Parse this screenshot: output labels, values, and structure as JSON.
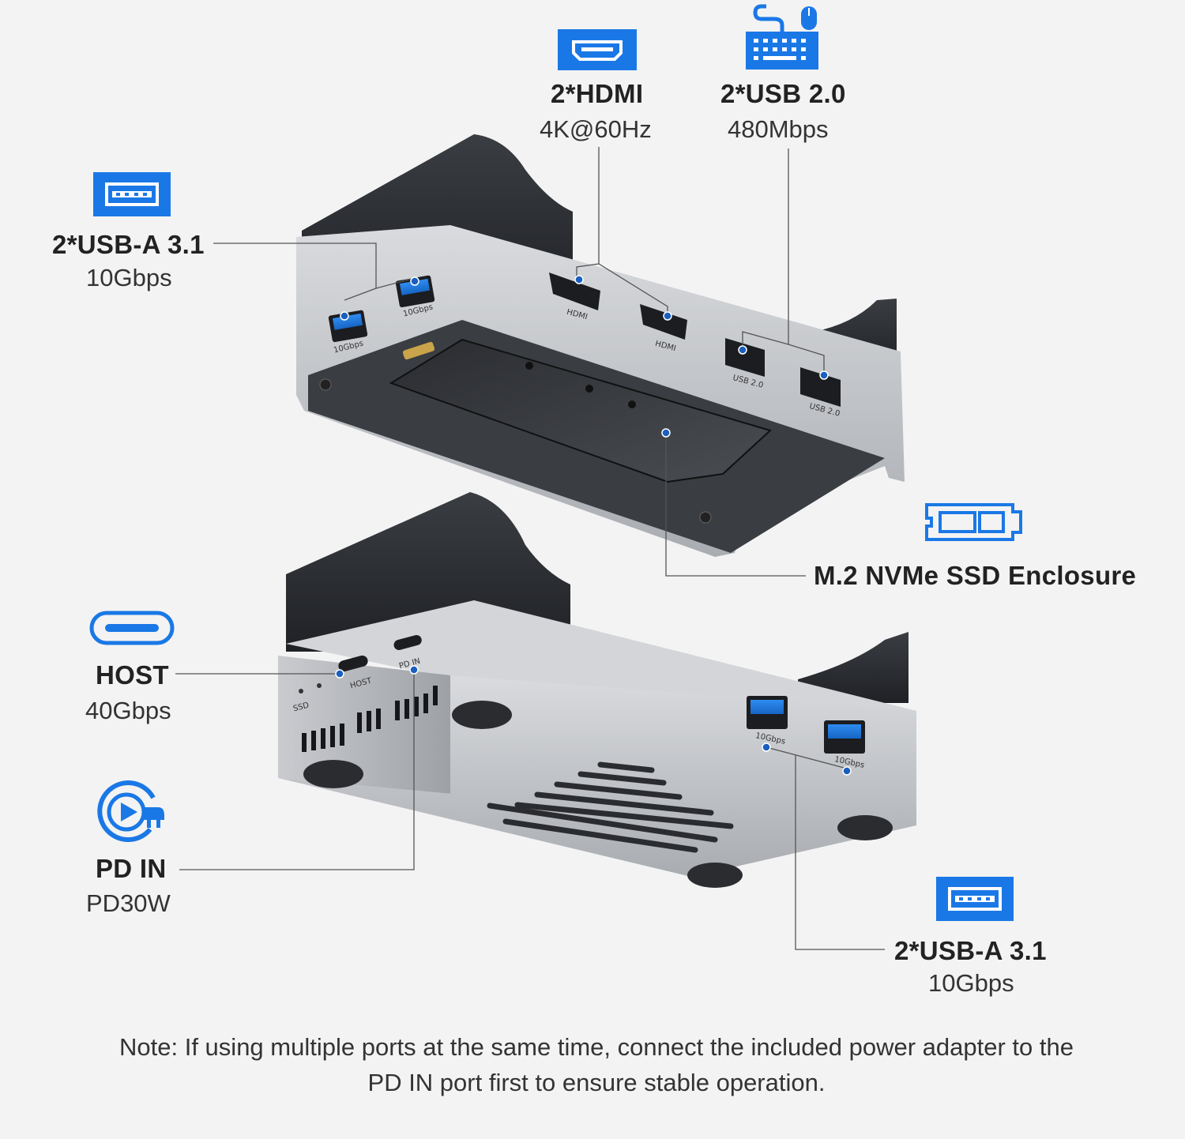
{
  "colors": {
    "accent_blue": "#1a78e6",
    "callout_line": "#555555",
    "aluminum": "#c5c7cb",
    "dark_body": "#2c2f33"
  },
  "labels": {
    "hdmi": {
      "title": "2*HDMI",
      "sub": "4K@60Hz",
      "icon": "hdmi-port-icon"
    },
    "usb2": {
      "title": "2*USB 2.0",
      "sub": "480Mbps",
      "icon": "keyboard-mouse-icon"
    },
    "usba_top": {
      "title": "2*USB-A 3.1",
      "sub": "10Gbps",
      "icon": "usb-a-port-icon"
    },
    "ssd": {
      "title": "M.2 NVMe SSD Enclosure",
      "icon": "m2-ssd-icon"
    },
    "host": {
      "title": "HOST",
      "sub": "40Gbps",
      "icon": "usb-c-port-icon"
    },
    "pdin": {
      "title": "PD IN",
      "sub": "PD30W",
      "icon": "power-delivery-icon"
    },
    "usba_bottom": {
      "title": "2*USB-A 3.1",
      "sub": "10Gbps",
      "icon": "usb-a-port-icon"
    }
  },
  "device_text": {
    "usba_speed_1": "10Gbps",
    "usba_speed_2": "10Gbps",
    "hdmi_1": "HDMI",
    "hdmi_2": "HDMI",
    "usb2_1": "USB 2.0",
    "usb2_2": "USB 2.0",
    "ssd_led": "SSD",
    "host_port": "HOST",
    "pd_in_port": "PD IN",
    "usba_speed_3": "10Gbps",
    "usba_speed_4": "10Gbps"
  },
  "note": "Note: If using multiple ports at the same time, connect the included power adapter to the PD IN port first to ensure stable operation."
}
